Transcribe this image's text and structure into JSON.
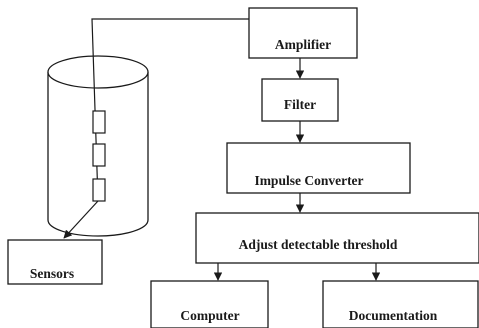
{
  "nodes": {
    "amplifier": "Amplifier",
    "filter": "Filter",
    "impulse_converter": "Impulse Converter",
    "threshold": "Adjust detectable threshold",
    "computer": "Computer",
    "documentation": "Documentation",
    "sensors": "Sensors"
  },
  "colors": {
    "stroke": "#1a1a1a",
    "text": "#1a1a1a",
    "background": "#ffffff"
  }
}
